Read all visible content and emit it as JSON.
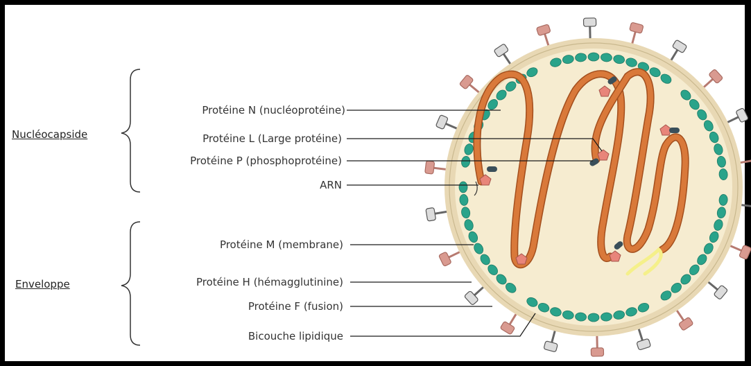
{
  "groups": [
    {
      "label": "Nucléocapside"
    },
    {
      "label": "Enveloppe"
    }
  ],
  "labels": [
    {
      "text": "Protéine N (nucléoprotéine)"
    },
    {
      "text": "Protéine L (Large protéine)"
    },
    {
      "text": "Protéine P (phosphoprotéine)"
    },
    {
      "text": "ARN"
    },
    {
      "text": "Protéine M (membrane)"
    },
    {
      "text": "Protéine H (hémagglutinine)"
    },
    {
      "text": "Protéine F (fusion)"
    },
    {
      "text": "Bicouche lipidique"
    }
  ],
  "colors": {
    "envelope_fill": "#f6ecd0",
    "envelope_outer": "#e8d8b4",
    "matrix_protein": "#2aa38a",
    "nucleocapsid": "#d9793a",
    "nucleocapsid_edge": "#a34f1e",
    "l_protein": "#e8857a",
    "p_protein": "#3a4f5a",
    "hemagglutinin": "#8a8a8a",
    "fusion_protein": "#d99a90",
    "rna_yellow": "#f5f08a"
  }
}
